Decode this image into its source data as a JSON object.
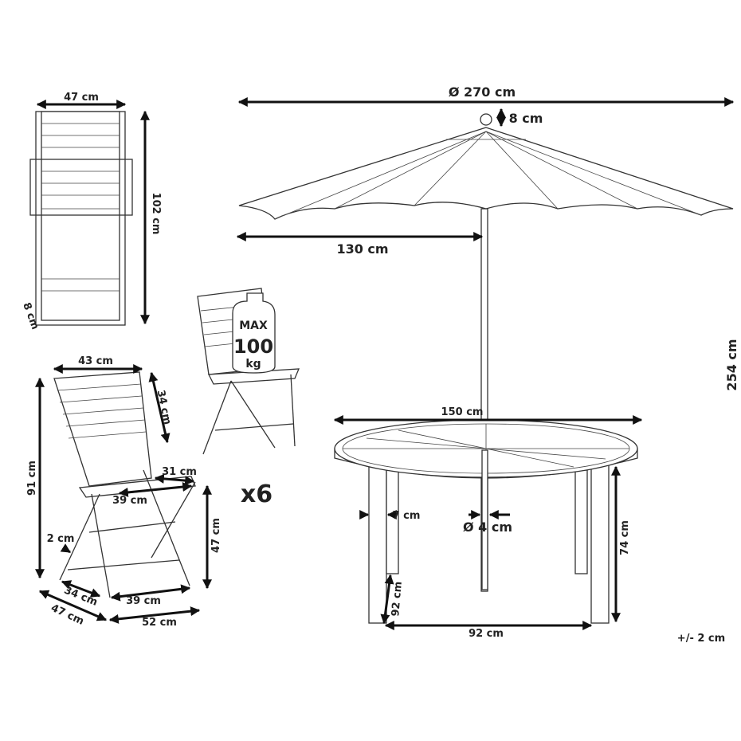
{
  "folded_chair": {
    "width": "47 cm",
    "height": "102 cm",
    "depth": "8 cm"
  },
  "weight_badge": {
    "line1": "MAX",
    "line2": "100",
    "line3": "kg"
  },
  "chair": {
    "back_width": "43 cm",
    "back_height": "34 cm",
    "total_height": "91 cm",
    "seat_depth": "31 cm",
    "seat_width": "39 cm",
    "seat_height": "47 cm",
    "slat_gap": "2 cm",
    "base_depth": "34 cm",
    "base_width": "39 cm",
    "overall_depth": "47 cm",
    "overall_width": "52 cm"
  },
  "quantity": "x6",
  "umbrella": {
    "diameter": "Ø 270 cm",
    "finial": "8 cm",
    "radius": "130 cm",
    "height": "254 cm",
    "pole": "Ø 4 cm"
  },
  "table": {
    "diameter": "150 cm",
    "leg_width": "7 cm",
    "height": "74 cm",
    "leg_diag": "92 cm",
    "leg_span": "92 cm"
  },
  "tolerance": "+/- 2 cm"
}
